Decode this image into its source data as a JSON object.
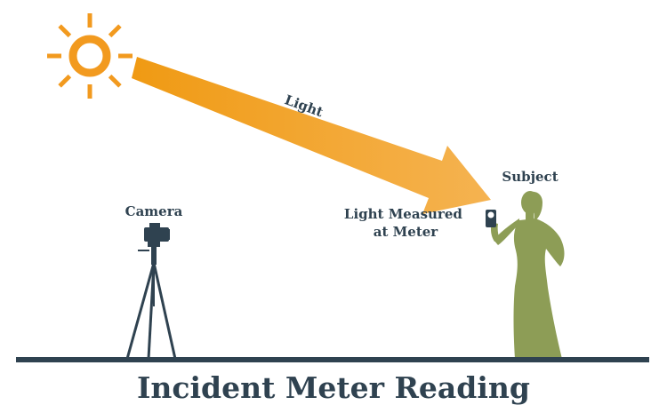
{
  "title": "Incident Meter Reading",
  "labels": {
    "light": "Light",
    "subject": "Subject",
    "camera": "Camera",
    "measured_line1": "Light Measured",
    "measured_line2": "at Meter"
  },
  "icons": {
    "sun": "sun-icon",
    "camera": "camera-on-tripod-icon",
    "subject": "woman-silhouette-icon",
    "meter": "light-meter-icon",
    "arrow": "light-arrow"
  },
  "colors": {
    "sun": "#f29a1f",
    "arrow_start": "#f09a13",
    "arrow_end": "#f5b351",
    "ground": "#2f4250",
    "text": "#2f4250",
    "subject": "#8d9d56",
    "camera": "#2f4250"
  }
}
